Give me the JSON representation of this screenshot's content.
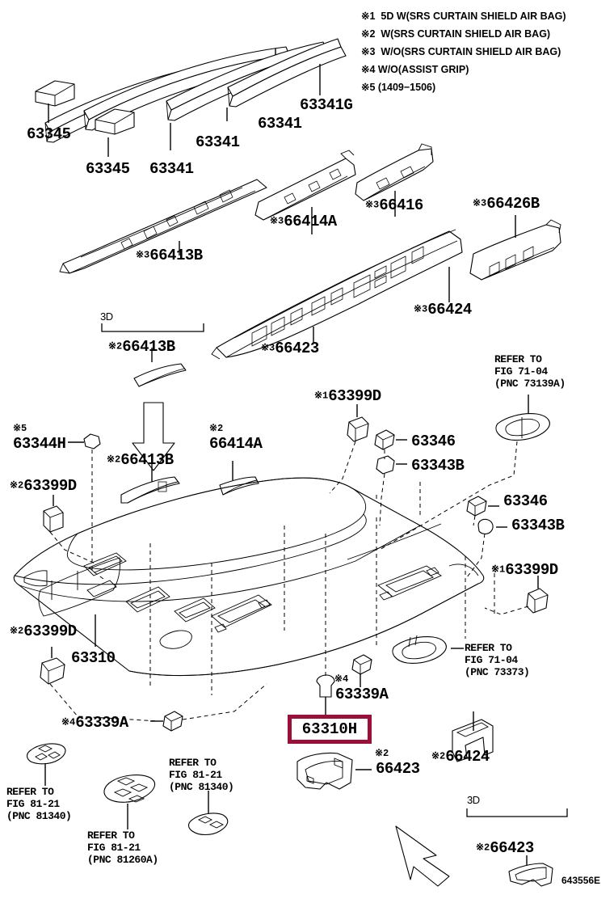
{
  "diagram": {
    "id": "643556E",
    "highlight_color": "#9c0f38",
    "highlighted_part": "63310H"
  },
  "legend": {
    "lines": [
      "※1  5D W(SRS CURTAIN SHIELD AIR BAG)",
      "※2  W(SRS CURTAIN SHIELD AIR BAG)",
      "※3  W/O(SRS CURTAIN SHIELD AIR BAG)",
      "※4 W/O(ASSIST GRIP)",
      "※5 (1409−1506)"
    ]
  },
  "labels": {
    "l01": {
      "mark": "",
      "pn": "63345"
    },
    "l02": {
      "mark": "",
      "pn": "63345"
    },
    "l03": {
      "mark": "",
      "pn": "63341"
    },
    "l04": {
      "mark": "",
      "pn": "63341"
    },
    "l05": {
      "mark": "",
      "pn": "63341"
    },
    "l06": {
      "mark": "",
      "pn": "63341G"
    },
    "l07": {
      "mark": "※3",
      "pn": "66413B"
    },
    "l08": {
      "mark": "※3",
      "pn": "66414A"
    },
    "l09": {
      "mark": "※3",
      "pn": "66416"
    },
    "l10": {
      "mark": "※3",
      "pn": "66426B"
    },
    "l11": {
      "mark": "※3",
      "pn": "66424"
    },
    "l12": {
      "mark": "※3",
      "pn": "66423"
    },
    "l13": {
      "mark": "※2",
      "pn": "66413B",
      "bracket": "3D"
    },
    "l14": {
      "mark": "※2",
      "pn": "66413B"
    },
    "l15": {
      "mark": "※2",
      "pn": "66414A"
    },
    "l16": {
      "mark": "※5",
      "pn": "63344H"
    },
    "l17": {
      "mark": "※2",
      "pn": "63399D"
    },
    "l18": {
      "mark": "※1",
      "pn": "63399D"
    },
    "l19": {
      "mark": "",
      "pn": "63346"
    },
    "l20": {
      "mark": "",
      "pn": "63343B"
    },
    "l21": {
      "mark": "",
      "pn": "63346"
    },
    "l22": {
      "mark": "",
      "pn": "63343B"
    },
    "l23": {
      "mark": "※1",
      "pn": "63399D"
    },
    "l24": {
      "mark": "※2",
      "pn": "63399D"
    },
    "l25": {
      "mark": "",
      "pn": "63310"
    },
    "l26": {
      "mark": "※4",
      "pn": "63339A"
    },
    "l27": {
      "mark": "※4",
      "pn": "63339A"
    },
    "l28": {
      "mark": "※2",
      "pn": "66423"
    },
    "l29": {
      "mark": "※2",
      "pn": "66424"
    },
    "l30": {
      "mark": "※2",
      "pn": "66423",
      "bracket": "3D"
    }
  },
  "refs": {
    "r1": "REFER TO\nFIG 71-04\n(PNC 73139A)",
    "r2": "REFER TO\nFIG 71-04\n(PNC 73373)",
    "r3": "REFER TO\nFIG 81-21\n(PNC 81340)",
    "r4": "REFER TO\nFIG 81-21\n(PNC 81260A)",
    "r5": "REFER TO\nFIG 81-21\n(PNC 81340)"
  }
}
